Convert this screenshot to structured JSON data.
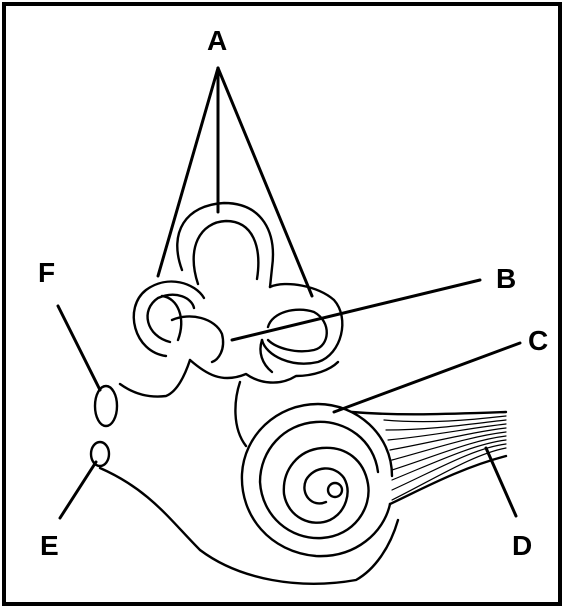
{
  "diagram": {
    "subject": "inner ear",
    "labels": {
      "a": "A",
      "b": "B",
      "c": "C",
      "d": "D",
      "e": "E",
      "f": "F"
    }
  }
}
